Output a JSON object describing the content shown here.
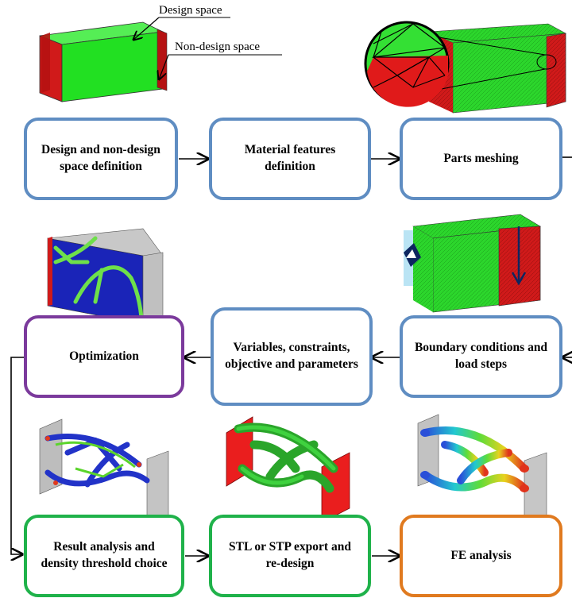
{
  "labels": {
    "design_space": "Design space",
    "non_design_space": "Non-design space"
  },
  "steps": {
    "design_def": "Design and non-design space definition",
    "material": "Material features definition",
    "meshing": "Parts meshing",
    "boundary": "Boundary conditions and load steps",
    "variables": "Variables, constraints, objective and parameters",
    "optimization": "Optimization",
    "result": "Result analysis and density threshold choice",
    "export": "STL or STP export and re-design",
    "fe": "FE analysis"
  },
  "colors": {
    "blue_border": "#5f8dc2",
    "purple_border": "#7b3a9c",
    "green_border": "#1fb24a",
    "orange_border": "#e07a1f",
    "design_green": "#22e022",
    "non_design_red": "#d4161a"
  }
}
